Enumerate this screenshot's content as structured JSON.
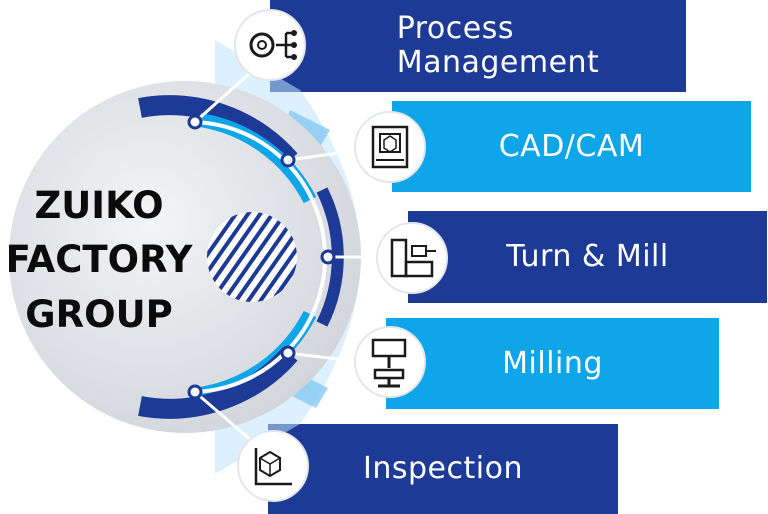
{
  "brand": {
    "lines": [
      "ZUIKO",
      "FACTORY",
      "GROUP"
    ]
  },
  "items": [
    {
      "label_lines": [
        "Process",
        "Management"
      ],
      "icon": "process-network-gear-icon",
      "color": "#1d3a96"
    },
    {
      "label_lines": [
        "CAD/CAM"
      ],
      "icon": "cad-cam-tablet-icon",
      "color": "#0ea5e9"
    },
    {
      "label_lines": [
        "Turn & Mill"
      ],
      "icon": "turn-mill-lathe-icon",
      "color": "#1d3a96"
    },
    {
      "label_lines": [
        "Milling"
      ],
      "icon": "milling-machine-icon",
      "color": "#0ea5e9"
    },
    {
      "label_lines": [
        "Inspection"
      ],
      "icon": "inspection-cube-icon",
      "color": "#1d3a96"
    }
  ],
  "colors": {
    "dark_blue": "#1d3a96",
    "light_blue": "#0ea5e9",
    "circle_grey": "#e6e8ec"
  }
}
